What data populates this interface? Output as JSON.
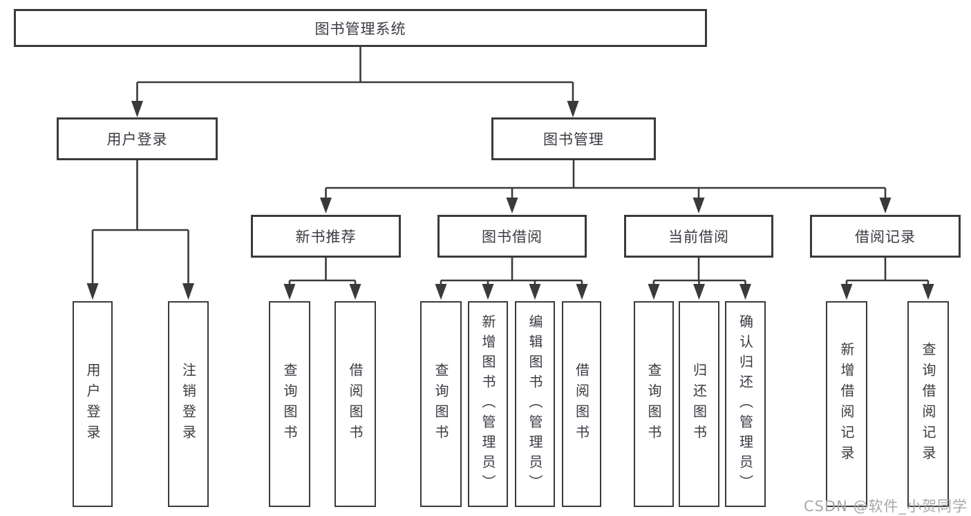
{
  "diagram": {
    "root": {
      "label": "图书管理系统"
    },
    "level2": [
      {
        "id": "user-login",
        "label": "用户登录"
      },
      {
        "id": "book-management",
        "label": "图书管理"
      }
    ],
    "level3": [
      {
        "id": "new-book-recommend",
        "label": "新书推荐"
      },
      {
        "id": "book-borrow",
        "label": "图书借阅"
      },
      {
        "id": "current-borrow",
        "label": "当前借阅"
      },
      {
        "id": "borrow-records",
        "label": "借阅记录"
      }
    ],
    "leaves": {
      "user": [
        "用户登录",
        "注销登录"
      ],
      "recommend": [
        "查询图书",
        "借阅图书"
      ],
      "borrow": [
        "查询图书",
        "新增图书（管理员）",
        "编辑图书（管理员）",
        "借阅图书"
      ],
      "current": [
        "查询图书",
        "归还图书",
        "确认归还（管理员）"
      ],
      "records": [
        "新增借阅记录",
        "查询借阅记录"
      ]
    }
  },
  "watermark": {
    "text": "CSDN @软件_小贺同学"
  },
  "colors": {
    "line": "#3a3a3a",
    "text": "#3a3a42",
    "watermark": "#a8a8a8",
    "background": "#ffffff"
  }
}
